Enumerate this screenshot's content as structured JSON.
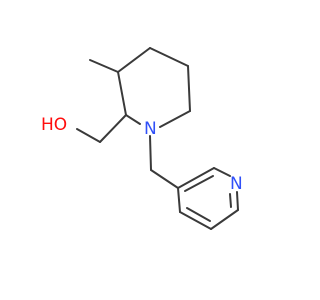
{
  "molecule": {
    "atoms": {
      "hydroxyl": {
        "text": "HO",
        "color": "#ff0d0d"
      },
      "piperidine_nitrogen": {
        "text": "N",
        "color": "#3050f8"
      },
      "pyridine_nitrogen": {
        "text": "N",
        "color": "#3050f8"
      }
    },
    "bond_color": "#3a3a3a"
  }
}
